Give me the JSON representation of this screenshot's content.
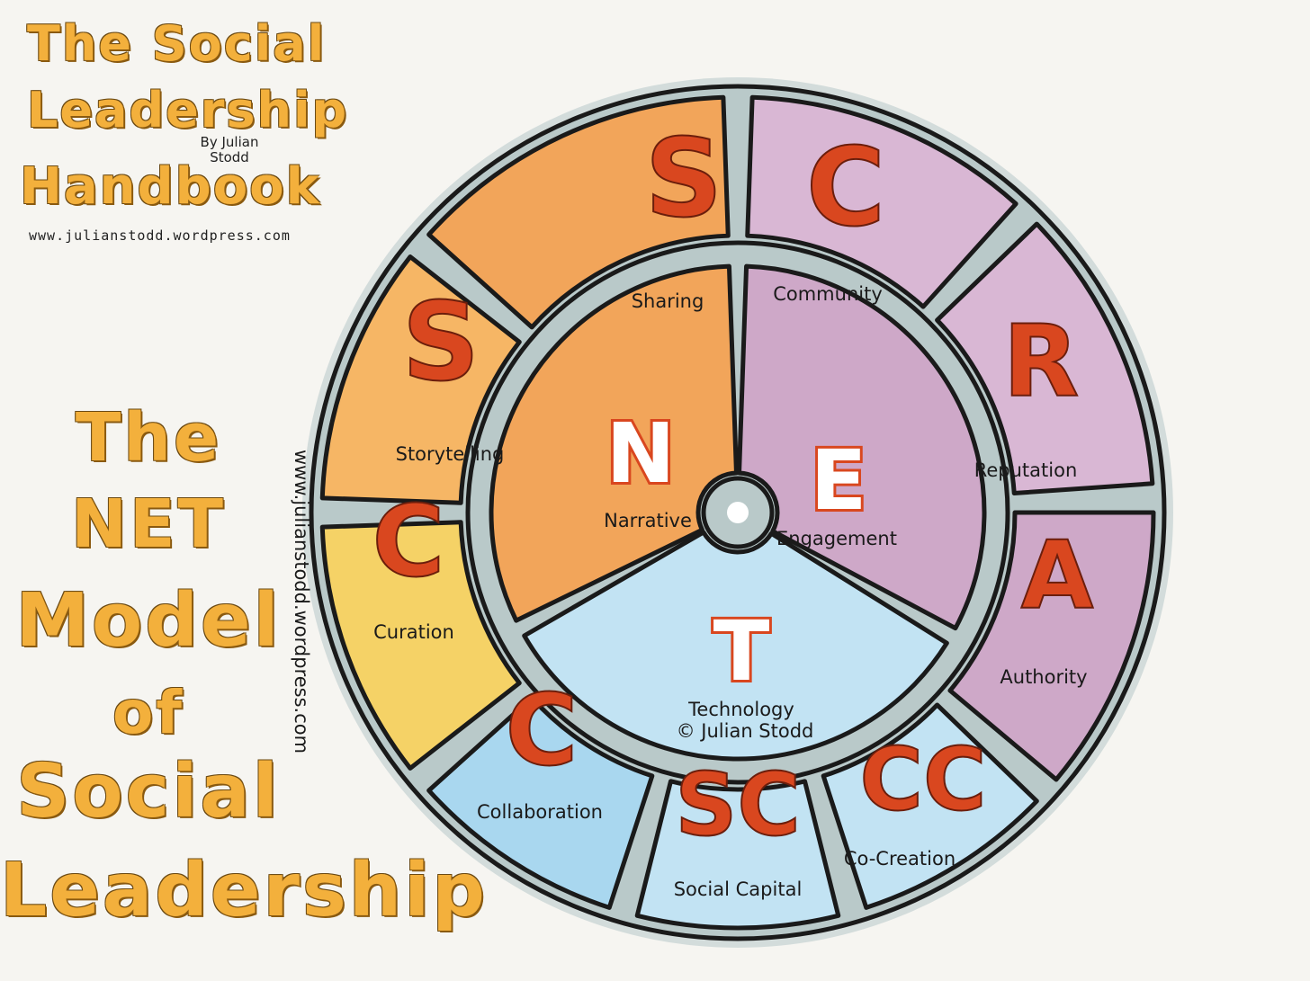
{
  "book": {
    "title_line1": "The Social",
    "title_line2": "Leadership",
    "title_line3": "Handbook",
    "byline": "By Julian Stodd",
    "website": "www.julianstodd.wordpress.com"
  },
  "model_title": {
    "line1": "The",
    "line2": "NET",
    "line3": "Model",
    "line4": "of",
    "line5": "Social",
    "line6": "Leadership"
  },
  "side_url": "www.julianstodd.wordpress.com",
  "copyright": "© Julian Stodd",
  "inner": [
    {
      "letter": "N",
      "label": "Narrative"
    },
    {
      "letter": "E",
      "label": "Engagement"
    },
    {
      "letter": "T",
      "label": "Technology"
    }
  ],
  "outer": [
    {
      "letter": "S",
      "label": "Sharing"
    },
    {
      "letter": "C",
      "label": "Community"
    },
    {
      "letter": "R",
      "label": "Reputation"
    },
    {
      "letter": "A",
      "label": "Authority"
    },
    {
      "letter": "CC",
      "label": "Co-Creation"
    },
    {
      "letter": "SC",
      "label": "Social Capital"
    },
    {
      "letter": "C",
      "label": "Collaboration"
    },
    {
      "letter": "C",
      "label": "Curation"
    },
    {
      "letter": "S",
      "label": "Storytelling"
    }
  ],
  "colors": {
    "orange": "#f2a55a",
    "orange_light": "#f6b665",
    "yellow": "#f5d266",
    "purple": "#d9b7d4",
    "purple_dark": "#cea8c8",
    "blue": "#a9d7ef",
    "blue_light": "#c2e3f3",
    "letter_red": "#d9471f",
    "ring": "#b9c9c9",
    "title_orange": "#f3b03c"
  }
}
